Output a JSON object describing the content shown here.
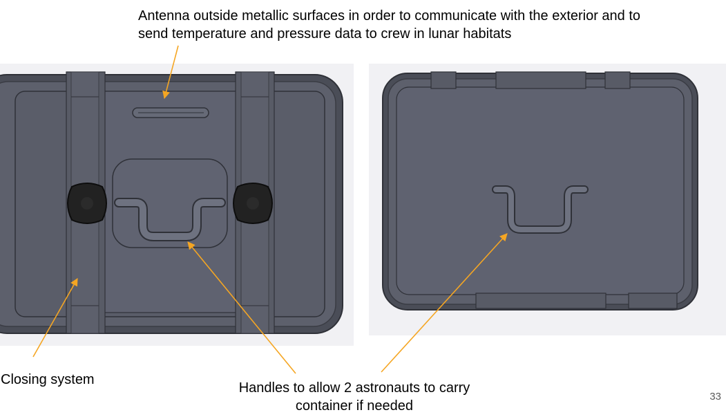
{
  "annotations": {
    "antenna": "Antenna outside metallic surfaces in order to communicate with the exterior and to\nsend temperature and pressure data to crew in lunar habitats",
    "closing_system": "Closing system",
    "handles": "Handles to allow 2 astronauts to carry\ncontainer if needed"
  },
  "page_number": "33",
  "colors": {
    "arrow": "#f5a623",
    "body_metal": "#5d606c",
    "body_edge": "#3f424c",
    "background_panel": "#f1f1f4"
  }
}
